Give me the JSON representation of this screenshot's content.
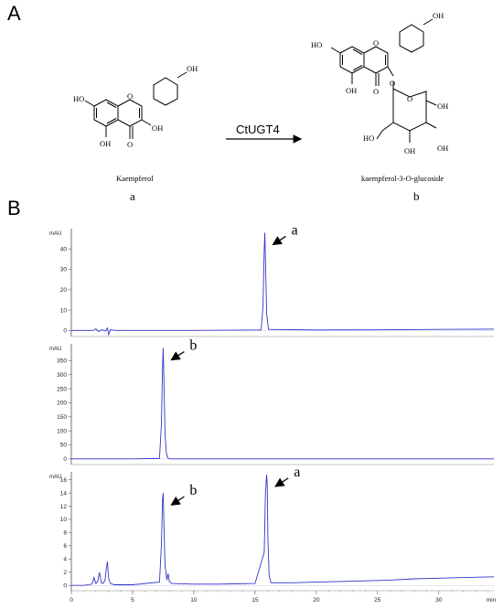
{
  "panels": {
    "a_label": "A",
    "b_label": "B"
  },
  "reaction": {
    "enzyme": "CtUGT4",
    "substrate": {
      "name": "Kaempferol",
      "label": "a"
    },
    "product": {
      "name": "kaempferol-3-O-glucoside",
      "label": "b"
    },
    "atom_labels": {
      "oh": "OH",
      "ho": "HO",
      "o": "O"
    }
  },
  "chart_data": [
    {
      "type": "line",
      "ylabel": "mAU",
      "xlim": [
        0,
        34.5
      ],
      "ylim": [
        -3,
        50
      ],
      "yticks": [
        0,
        10,
        20,
        30,
        40
      ],
      "peaks": [
        {
          "x": 15.8,
          "y": 48,
          "label": "a"
        }
      ],
      "series": [
        {
          "x": [
            0,
            1.8,
            2.0,
            2.2,
            2.5,
            2.8,
            2.95,
            3.05,
            3.2,
            3.5,
            5,
            10,
            15.5,
            15.65,
            15.75,
            15.8,
            15.85,
            15.95,
            16.1,
            20,
            25,
            30,
            34.5
          ],
          "y": [
            0,
            0,
            0.8,
            -0.5,
            0.3,
            -0.3,
            1.2,
            -2.0,
            0.4,
            0,
            0,
            0,
            0.2,
            12,
            40,
            48,
            35,
            8,
            0.5,
            0.2,
            0.3,
            0.5,
            0.6
          ]
        }
      ]
    },
    {
      "type": "line",
      "ylabel": "mAU",
      "xlim": [
        0,
        34.5
      ],
      "ylim": [
        -20,
        410
      ],
      "yticks": [
        0,
        50,
        100,
        150,
        200,
        250,
        300,
        350
      ],
      "peaks": [
        {
          "x": 7.5,
          "y": 395,
          "label": "b"
        }
      ],
      "series": [
        {
          "x": [
            0,
            5,
            7.2,
            7.35,
            7.45,
            7.5,
            7.55,
            7.65,
            7.75,
            7.85,
            8.0,
            10,
            15,
            20,
            25,
            30,
            34.5
          ],
          "y": [
            0,
            0,
            2,
            120,
            330,
            395,
            300,
            90,
            25,
            5,
            0,
            0,
            0,
            0,
            0,
            0,
            0
          ]
        }
      ]
    },
    {
      "type": "line",
      "ylabel": "mAU",
      "xlim": [
        0,
        34.5
      ],
      "ylim": [
        -0.8,
        17.2
      ],
      "yticks": [
        0,
        2,
        4,
        6,
        8,
        10,
        12,
        14,
        16
      ],
      "xticks": [
        0,
        5,
        10,
        15,
        20,
        25,
        30
      ],
      "xunit": "min",
      "peaks": [
        {
          "x": 7.5,
          "y": 14,
          "label": "b"
        },
        {
          "x": 16.0,
          "y": 16.8,
          "label": "a"
        }
      ],
      "series": [
        {
          "x": [
            0,
            1,
            1.7,
            1.85,
            2.0,
            2.15,
            2.3,
            2.45,
            2.6,
            2.75,
            2.85,
            2.95,
            3.05,
            3.2,
            3.5,
            5,
            7.2,
            7.35,
            7.45,
            7.5,
            7.55,
            7.65,
            7.8,
            7.9,
            8.0,
            8.2,
            10,
            12,
            15,
            15.75,
            15.85,
            15.95,
            16.0,
            16.05,
            16.15,
            16.3,
            18,
            20,
            22,
            24,
            26,
            28,
            30,
            32,
            34.5
          ],
          "y": [
            0,
            0,
            0.2,
            1.2,
            0.3,
            0.6,
            2.0,
            0.4,
            0.3,
            0.8,
            2.5,
            3.6,
            1.0,
            0.3,
            0.1,
            0.1,
            0.5,
            6,
            13,
            14,
            10,
            3,
            0.8,
            1.8,
            0.6,
            0.3,
            0.2,
            0.2,
            0.3,
            5,
            14,
            16.8,
            15,
            7,
            1.5,
            0.4,
            0.4,
            0.5,
            0.6,
            0.7,
            0.8,
            1.0,
            1.1,
            1.2,
            1.3
          ]
        }
      ]
    }
  ]
}
